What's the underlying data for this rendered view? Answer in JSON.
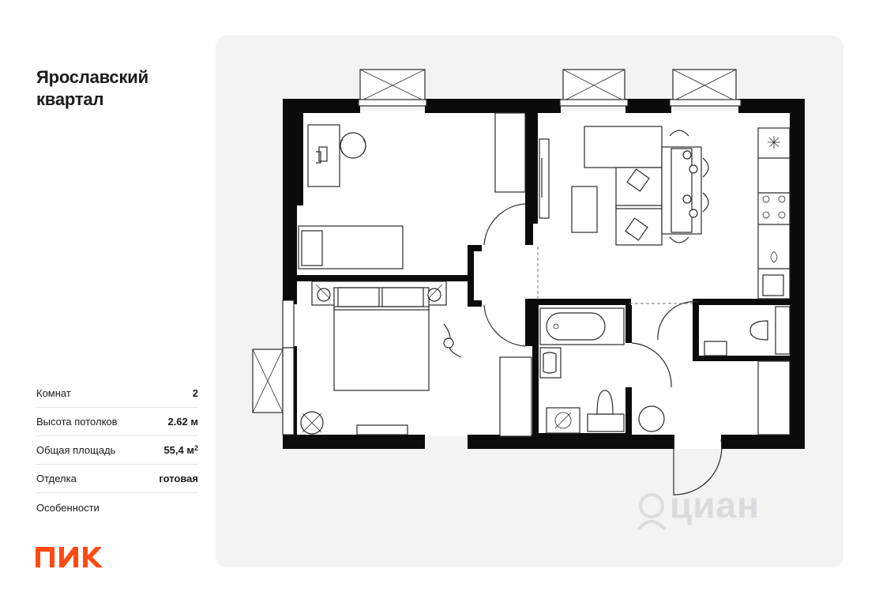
{
  "project": {
    "title_line1": "Ярославский",
    "title_line2": "квартал"
  },
  "specs": [
    {
      "label": "Комнат",
      "value": "2"
    },
    {
      "label": "Высота потолков",
      "value": "2.62 м"
    },
    {
      "label": "Общая площадь",
      "value": "55,4 м",
      "value_sup": "2"
    },
    {
      "label": "Отделка",
      "value": "готовая"
    },
    {
      "label": "Особенности",
      "value": ""
    }
  ],
  "brand": {
    "logo_text": "ПИК",
    "color": "#ff4b12"
  },
  "watermark": {
    "text": "циан"
  },
  "colors": {
    "wall": "#0b0b0b",
    "card_bg": "#f3f3f1",
    "furniture_fill": "#ffffff",
    "furniture_stroke": "#2a2a2a"
  }
}
